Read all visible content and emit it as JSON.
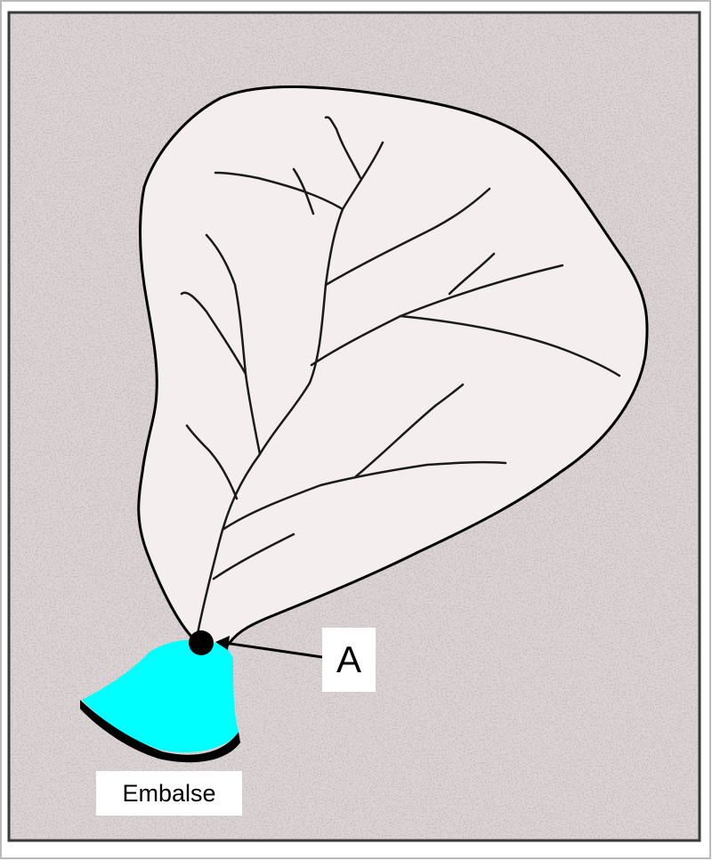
{
  "diagram": {
    "point_label": "A",
    "reservoir_label": "Embalse",
    "colors": {
      "terrain": "#d8cfcf",
      "terrain_dark": "#9c8f91",
      "basin_fill": "#f4eeee",
      "reservoir_fill": "#00ffff",
      "outline": "#000000"
    },
    "icons": {
      "outlet_point": "filled-circle",
      "pointer": "arrow-left"
    }
  }
}
